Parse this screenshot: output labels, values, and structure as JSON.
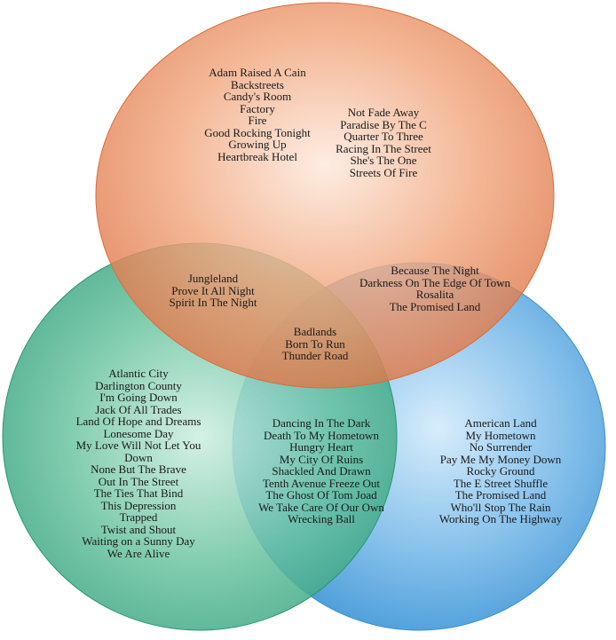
{
  "colors": {
    "top_circle": "#e07a4a",
    "left_circle": "#2f9e7a",
    "right_circle": "#3a93d6",
    "text": "#1a1a1a"
  },
  "regions": {
    "top_only_a": [
      "Adam Raised A Cain",
      "Backstreets",
      "Candy's Room",
      "Factory",
      "Fire",
      "Good Rocking Tonight",
      "Growing Up",
      "Heartbreak Hotel"
    ],
    "top_only_b": [
      "Not Fade Away",
      "Paradise By The C",
      "Quarter To Three",
      "Racing In The Street",
      "She's The One",
      "Streets Of Fire"
    ],
    "top_left": [
      "Jungleland",
      "Prove It All Night",
      "Spirit In The Night"
    ],
    "top_right": [
      "Because The Night",
      "Darkness On The Edge Of Town",
      "Rosalita",
      "The Promised Land"
    ],
    "center": [
      "Badlands",
      "Born To Run",
      "Thunder Road"
    ],
    "left_only": [
      "Atlantic City",
      "Darlington County",
      "I'm Going Down",
      "Jack Of All Trades",
      "Land Of Hope and Dreams",
      "Lonesome Day",
      "My Love Will Not Let You",
      "Down",
      "None But The Brave",
      "Out In The Street",
      "The Ties That Bind",
      "This Depression",
      "Trapped",
      "Twist and Shout",
      "Waiting on a Sunny Day",
      "We Are Alive"
    ],
    "left_right": [
      "Dancing In The Dark",
      "Death To My Hometown",
      "Hungry Heart",
      "My City Of Ruins",
      "Shackled And Drawn",
      "Tenth Avenue Freeze Out",
      "The Ghost Of Tom Joad",
      "We Take Care Of Our Own",
      "Wrecking Ball"
    ],
    "right_only": [
      "American Land",
      "My Hometown",
      "No Surrender",
      "Pay Me My Money Down",
      "Rocky Ground",
      "The E Street Shuffle",
      "The Promised Land",
      "Who'll Stop The Rain",
      "Working On The Highway"
    ]
  }
}
